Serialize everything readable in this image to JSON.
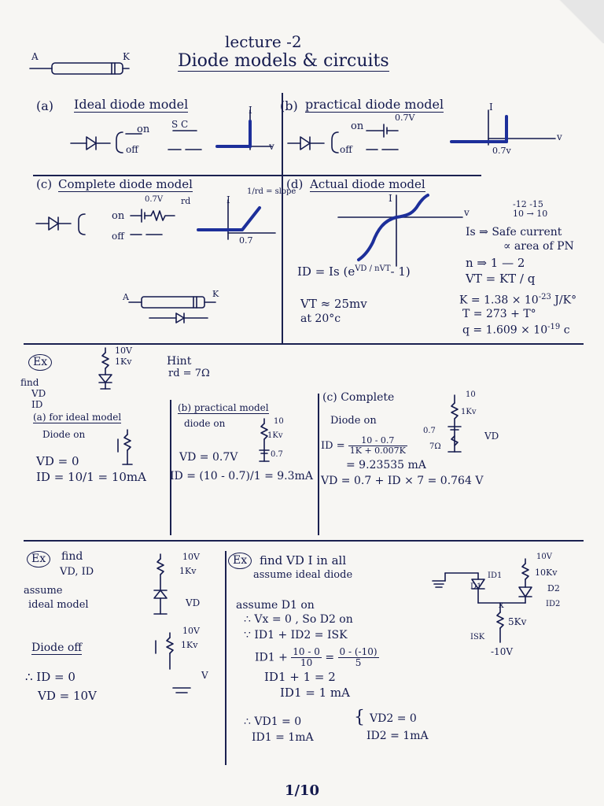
{
  "header": {
    "title_line1": "lecture -2",
    "title_line2": "Diode models & circuits",
    "anode_label": "A",
    "cathode_label": "K"
  },
  "sections": {
    "a": {
      "label": "(a)",
      "title": "Ideal diode model",
      "on": "on",
      "sc": "S C",
      "off": "off",
      "axis_i": "I",
      "axis_v": "v"
    },
    "b": {
      "label": "(b)",
      "title": "practical diode model",
      "on": "on",
      "voltage": "0.7V",
      "off": "off",
      "axis_i": "I",
      "axis_v": "v",
      "knee": "0.7v"
    },
    "c": {
      "label": "(c)",
      "title": "Complete diode model",
      "voltage": "0.7V",
      "rd": "rd",
      "on": "on",
      "off": "off",
      "axis_i": "I",
      "slope": "1/rd = slope",
      "knee": "0.7"
    },
    "d": {
      "label": "(d)",
      "title": "Actual diode model",
      "axis_i": "I",
      "axis_v": "v",
      "eq_lhs": "ID = Is (",
      "eq_exp": "e",
      "eq_sup": "VD / nVT",
      "eq_end": "- 1)",
      "vt": "VT ≈ 25mv",
      "at": "at 20°c",
      "exp_range": "-12 -15",
      "exp_range2": "10 → 10",
      "is": "Is ⇒ Safe current",
      "is2": "∝ area of PN",
      "n": "n ⇒ 1 — 2",
      "vt_eq": "VT = KT / q",
      "k": "K = 1.38 × 10",
      "k_exp": "-23",
      "k_unit": "J/K°",
      "T": "T = 273 + T°",
      "q": "q = 1.609 × 10",
      "q_exp": "-19",
      "q_unit": "c",
      "anode": "A",
      "cathode": "K"
    }
  },
  "example1": {
    "badge": "Ex",
    "find": "find",
    "find_vars": "VD",
    "find_vars2": "ID",
    "supply": "10V",
    "resistor": "1Kv",
    "hint": "Hint",
    "hint_val": "rd = 7Ω",
    "a_title": "(a) for ideal model",
    "a_state": "Diode on",
    "a_vd": "VD = 0",
    "a_id": "ID = 10/1 = 10mA",
    "b_title": "(b) practical model",
    "b_state": "diode on",
    "b_vd": "VD = 0.7V",
    "b_id": "ID = (10 - 0.7)/1 = 9.3mA",
    "b_supply": "10",
    "b_res": "1Kv",
    "b_v": "0.7",
    "c_title": "(c) Complete",
    "c_state": "Diode on",
    "c_id_lhs": "ID =",
    "c_id_num": "10 - 0.7",
    "c_id_den": "1K + 0.007K",
    "c_id_val": "= 9.23535 mA",
    "c_vd": "VD = 0.7 + ID × 7 = 0.764 V",
    "c_supply": "10",
    "c_res": "1Kv",
    "c_v07": "0.7",
    "c_rd": "7Ω",
    "c_vd_label": "VD"
  },
  "example2": {
    "badge": "Ex",
    "find": "find",
    "find_vars": "VD, ID",
    "assume": "assume",
    "assume2": "ideal model",
    "supply": "10V",
    "res": "1Kv",
    "vd": "VD",
    "off_title": "Diode off",
    "off_supply": "10V",
    "off_res": "1Kv",
    "v": "V",
    "id": "∴ ID = 0",
    "vd_val": "VD = 10V"
  },
  "example3": {
    "badge": "Ex",
    "title": "find VD I in all",
    "title2": "assume ideal diode",
    "assume": "assume D1 on",
    "vx": "∴ Vx = 0 , So D2 on",
    "kcl": "∵ ID1 + ID2 = ISK",
    "eq1_lhs": "ID1 +",
    "eq1_num": "10 - 0",
    "eq1_den": "10",
    "eq1_eq": "=",
    "eq1_rnum": "0 - (-10)",
    "eq1_rden": "5",
    "eq2": "ID1 + 1 = 2",
    "eq3": "ID1 = 1 mA",
    "vd1": "∴ VD1 = 0",
    "id1": "ID1 = 1mA",
    "vd2": "VD2 = 0",
    "id2": "ID2 = 1mA",
    "supply": "10V",
    "r1": "10Kv",
    "d1": "D1",
    "d2": "D2",
    "id1_label": "ID1",
    "id2_label": "ID2",
    "x": "x",
    "r2": "5Kv",
    "isk": "ISK",
    "neg": "-10V"
  },
  "footer": {
    "page": "1/10"
  }
}
